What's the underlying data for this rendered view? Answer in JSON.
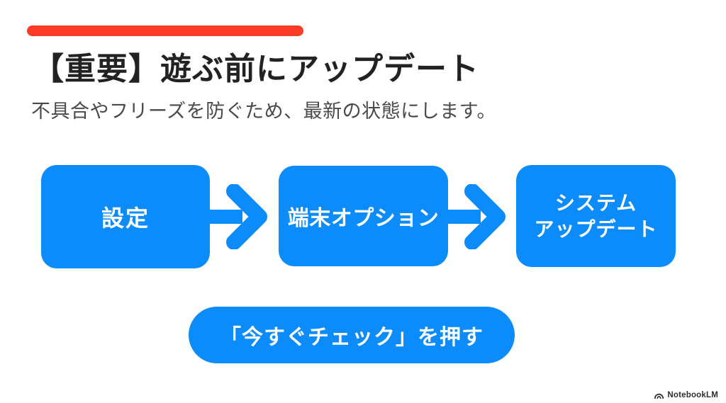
{
  "colors": {
    "background": "#ffffff",
    "accent_red": "#fa3c26",
    "accent_blue": "#0b8cfa",
    "title_text": "#222222",
    "subtitle_text": "#4a4a4a",
    "box_text": "#ffffff",
    "watermark_text": "#2e2e2e"
  },
  "header": {
    "title": "【重要】遊ぶ前にアップデート",
    "subtitle": "不具合やフリーズを防ぐため、最新の状態にします。"
  },
  "flow": {
    "steps": [
      {
        "label": "設定"
      },
      {
        "label": "端末オプション"
      },
      {
        "label": "システム\nアップデート"
      }
    ],
    "arrow_icon": "arrow-right-icon"
  },
  "cta": {
    "label": "「今すぐチェック」を押す"
  },
  "watermark": {
    "icon": "notebooklm-logo-icon",
    "brand": "NotebookLM"
  }
}
